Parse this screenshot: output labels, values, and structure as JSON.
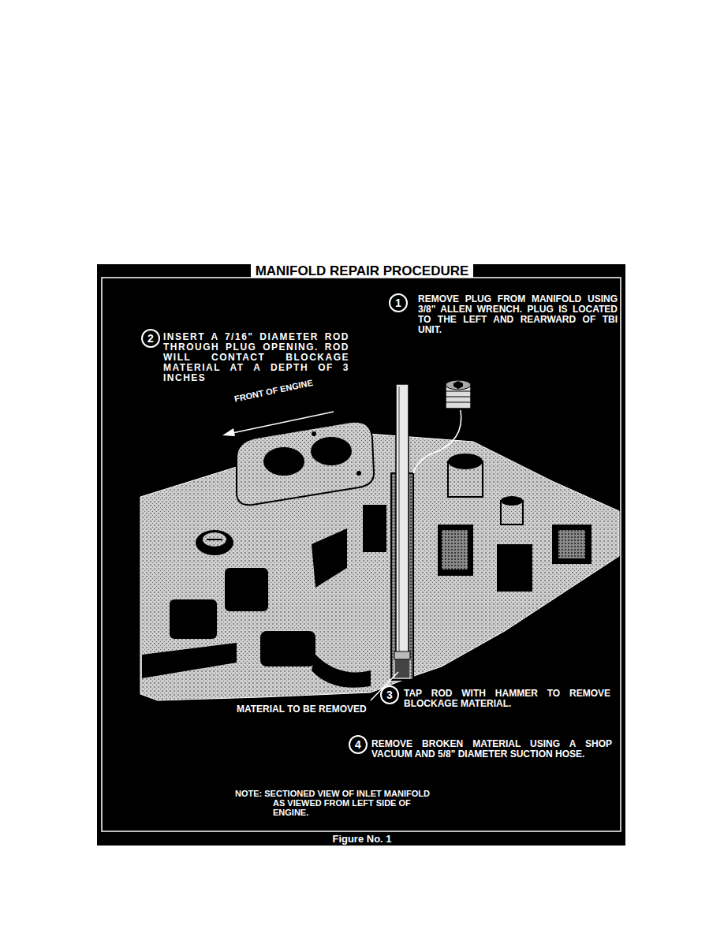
{
  "diagram": {
    "title": "MANIFOLD REPAIR PROCEDURE",
    "caption": "Figure No. 1",
    "nodes": [
      {
        "text": [
          "1"
        ]
      },
      {
        "text": [
          "2"
        ]
      },
      {
        "text": [
          "3"
        ]
      },
      {
        "text": [
          "4"
        ]
      }
    ],
    "labels": [
      "REMOVE PLUG FROM MANIFOLD USING 3/8\" ALLEN WRENCH. PLUG IS LOCATED TO THE LEFT AND REARWARD OF TBI UNIT.",
      "INSERT A 7/16\" DIAMETER ROD THROUGH PLUG OPENING. ROD WILL CONTACT BLOCKAGE MATERIAL AT A DEPTH OF 3 INCHES",
      "FRONT OF ENGINE",
      "TAP ROD WITH HAMMER TO REMOVE BLOCKAGE MATERIAL.",
      "MATERIAL TO BE REMOVED",
      "REMOVE BROKEN MATERIAL USING A SHOP VACUUM AND 5/8\" DIAMETER SUCTION HOSE.",
      "NOTE: SECTIONED VIEW OF INLET MANIFOLD AS VIEWED FROM LEFT SIDE OF ENGINE."
    ]
  }
}
